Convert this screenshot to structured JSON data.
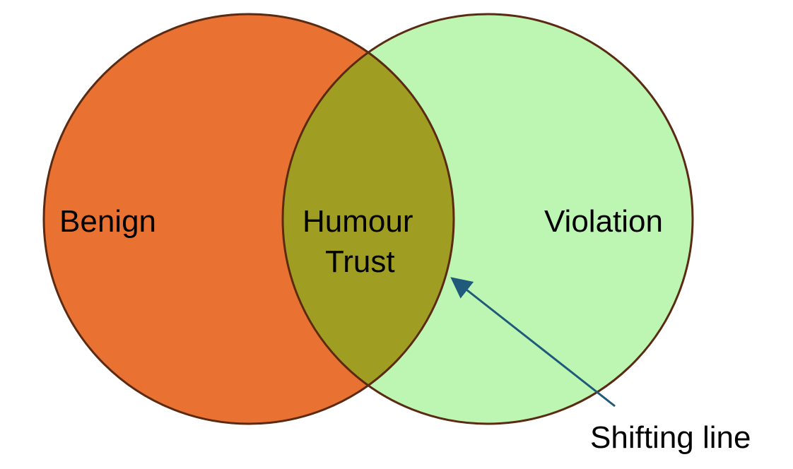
{
  "diagram": {
    "sets": [
      {
        "label": "Benign",
        "color": "#E97233"
      },
      {
        "label": "Violation",
        "color": "#BDF5B3"
      }
    ],
    "intersection": {
      "labels": [
        "Humour",
        "Trust"
      ],
      "color": "#A09E22"
    },
    "outline_color": "#5A2A12",
    "annotation": {
      "label": "Shifting line",
      "arrow_color": "#1F5A7A"
    }
  }
}
